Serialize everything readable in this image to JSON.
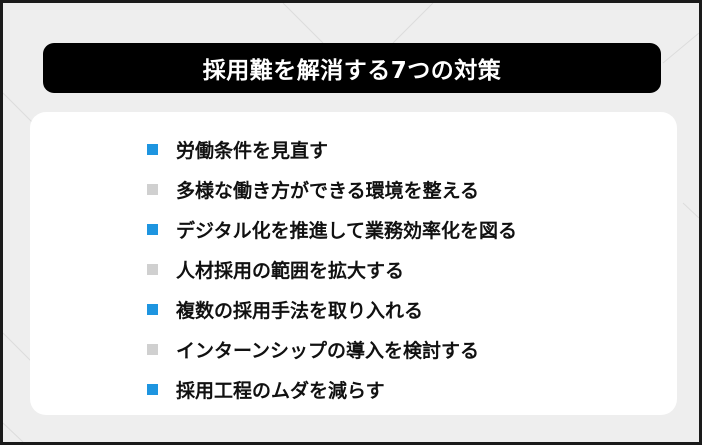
{
  "title": "採用難を解消する7つの対策",
  "colors": {
    "accent": "#1e95e0",
    "muted": "#d0d0d0",
    "title_bg": "#000000",
    "background": "#eeeeee"
  },
  "items": [
    {
      "label": "労働条件を見直す",
      "bullet": "accent"
    },
    {
      "label": "多様な働き方ができる環境を整える",
      "bullet": "muted"
    },
    {
      "label": "デジタル化を推進して業務効率化を図る",
      "bullet": "accent"
    },
    {
      "label": "人材採用の範囲を拡大する",
      "bullet": "muted"
    },
    {
      "label": "複数の採用手法を取り入れる",
      "bullet": "accent"
    },
    {
      "label": "インターンシップの導入を検討する",
      "bullet": "muted"
    },
    {
      "label": "採用工程のムダを減らす",
      "bullet": "accent"
    }
  ]
}
